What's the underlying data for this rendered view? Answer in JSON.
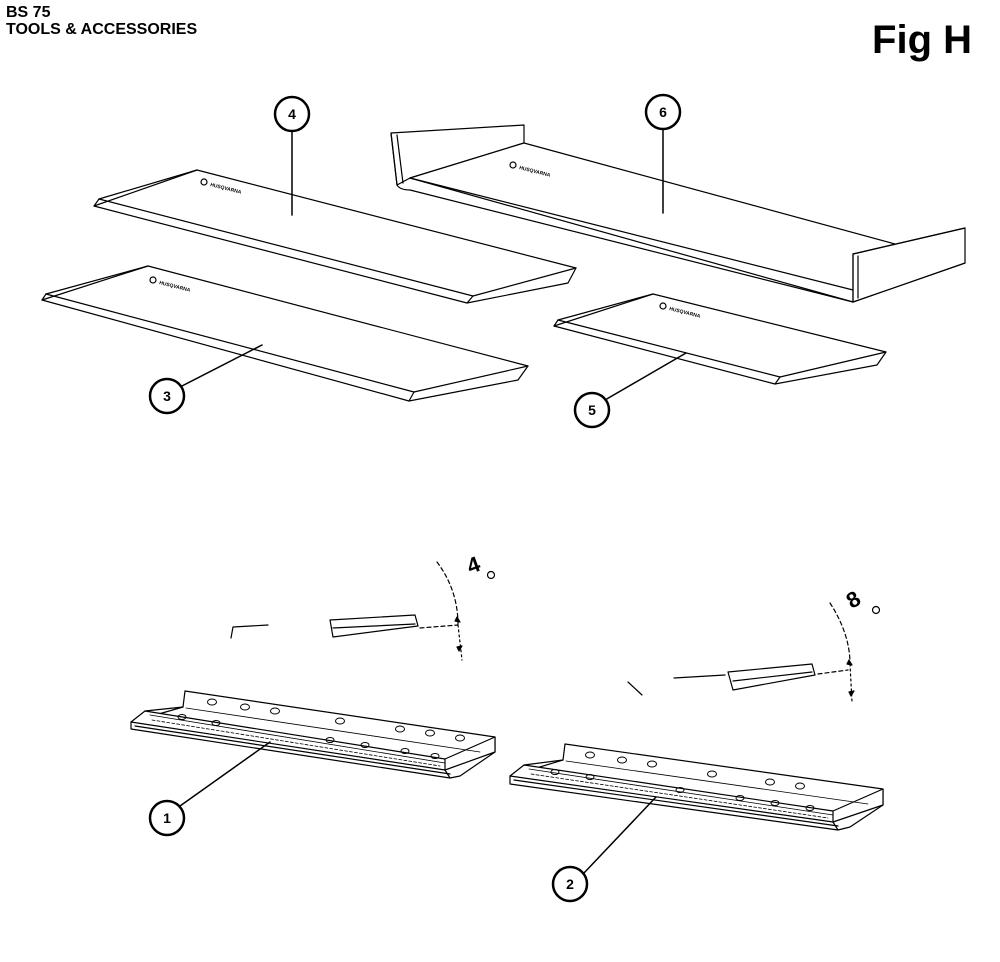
{
  "header": {
    "model": "BS 75",
    "subtitle": "TOOLS & ACCESSORIES",
    "figure": "Fig H"
  },
  "callouts": [
    "1",
    "2",
    "3",
    "4",
    "5",
    "6"
  ],
  "angles": {
    "left": "4",
    "right": "8"
  },
  "logo": "HUSQVARNA"
}
